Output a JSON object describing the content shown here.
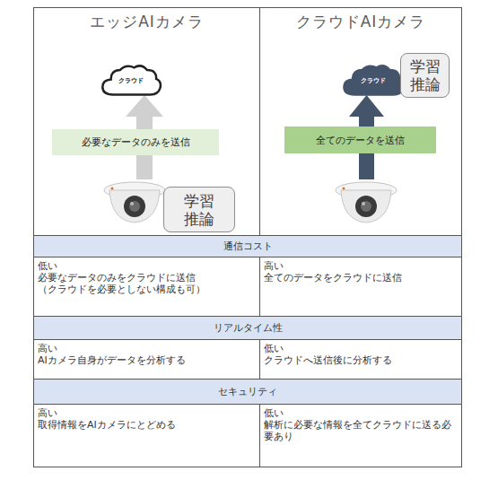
{
  "diagram": {
    "nodes": [
      {
        "text": [
          "エッジAIカメラ"
        ]
      },
      {
        "text": [
          "クラウド"
        ],
        "in": 0
      },
      {
        "text": [
          "必要なデータのみを送信"
        ],
        "in": 0
      },
      {
        "text": [
          "学習 推論"
        ],
        "in": 0
      },
      {
        "text": [
          "クラウドAIカメラ"
        ]
      },
      {
        "text": [
          "クラウド"
        ],
        "in": 4
      },
      {
        "text": [
          "学習 推論"
        ],
        "in": 4
      },
      {
        "text": [
          "全てのデータを送信"
        ],
        "in": 4
      },
      {
        "text": [
          "通信コスト"
        ]
      },
      {
        "text": [
          "低い",
          "必要なデータのみをクラウドに送信",
          "（クラウドを必要としない構成も可）"
        ]
      },
      {
        "text": [
          "高い",
          "全てのデータをクラウドに送信"
        ]
      },
      {
        "text": [
          "リアルタイム性"
        ]
      },
      {
        "text": [
          "高い",
          "AIカメラ自身がデータを分析する"
        ]
      },
      {
        "text": [
          "低い",
          "クラウドへ送信後に分析する"
        ]
      },
      {
        "text": [
          "セキュリティ"
        ]
      },
      {
        "text": [
          "高い",
          "取得情報をAIカメラにとどめる"
        ]
      },
      {
        "text": [
          "低い",
          "解析に必要な情報を全てクラウドに送る必要あり"
        ]
      }
    ]
  }
}
